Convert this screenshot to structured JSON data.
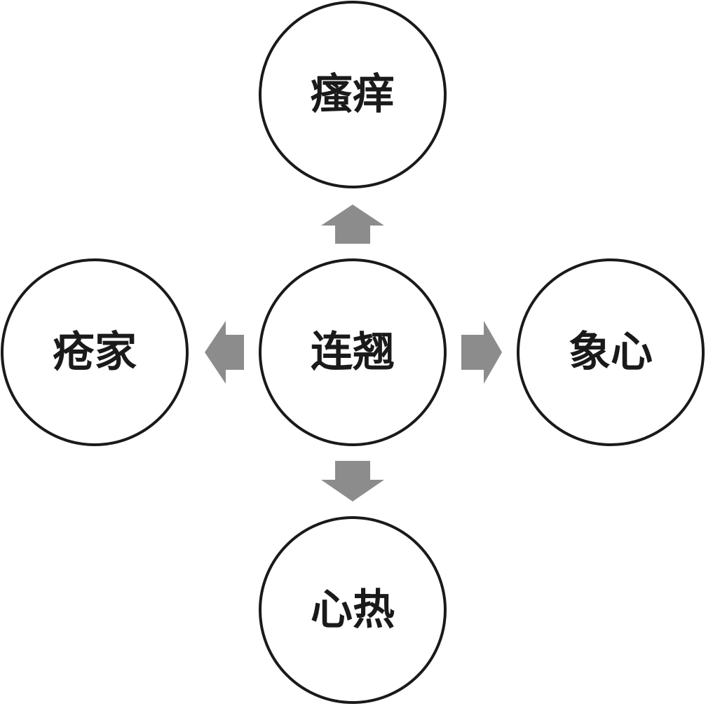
{
  "diagram": {
    "center": {
      "label": "连翘"
    },
    "top": {
      "label": "瘙痒"
    },
    "left": {
      "label": "疮家"
    },
    "right": {
      "label": "象心"
    },
    "bottom": {
      "label": "心热"
    },
    "colors": {
      "arrow": "#8c8c8c",
      "outline": "#1a1a1a",
      "background": "#ffffff"
    }
  }
}
